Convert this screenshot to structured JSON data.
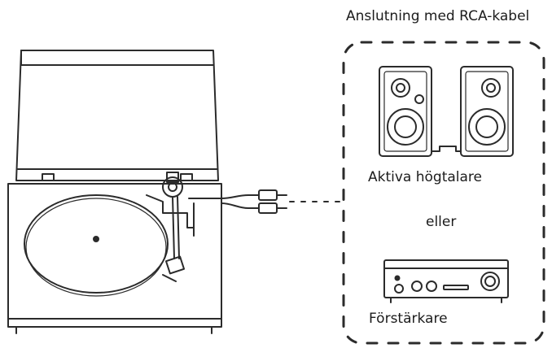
{
  "labels": {
    "title": "Anslutning med RCA-kabel",
    "active_speakers": "Aktiva högtalare",
    "or": "eller",
    "amplifier": "Förstärkare"
  },
  "diagram": {
    "devices": [
      "turntable",
      "rca-cable",
      "active-speakers",
      "amplifier"
    ],
    "connection_line": "dashed",
    "group_border": "dashed"
  },
  "colors": {
    "stroke": "#2b2b2b",
    "background": "#ffffff"
  }
}
